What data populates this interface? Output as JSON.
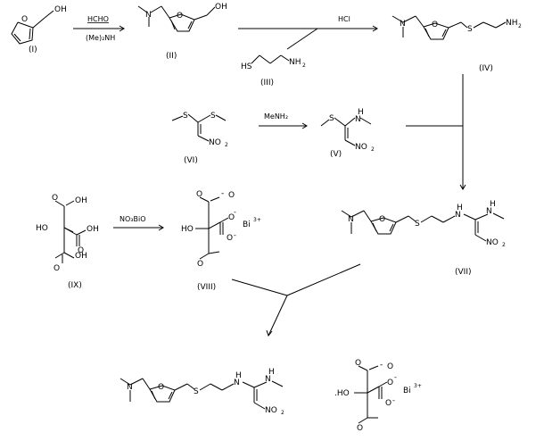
{
  "compounds": {
    "I": {
      "label": "(I)",
      "atoms": [
        "OH",
        "O"
      ]
    },
    "II": {
      "label": "(II)",
      "atoms": [
        "N",
        "O",
        "OH"
      ]
    },
    "III": {
      "label": "(III)",
      "atoms": [
        "HS",
        "NH",
        "2"
      ]
    },
    "IV": {
      "label": "(IV)",
      "atoms": [
        "N",
        "O",
        "S",
        "NH",
        "2"
      ]
    },
    "V": {
      "label": "(V)",
      "atoms": [
        "S",
        "H",
        "N",
        "NO",
        "2"
      ]
    },
    "VI": {
      "label": "(VI)",
      "atoms": [
        "S",
        "S",
        "NO",
        "2"
      ]
    },
    "VII": {
      "label": "(VII)",
      "atoms": [
        "N",
        "O",
        "S",
        "H",
        "N",
        "H",
        "N",
        "NO",
        "2"
      ]
    },
    "VIII": {
      "label": "(VIII)",
      "atoms": [
        "O",
        "-",
        "O",
        "O",
        "-",
        "HO",
        "O",
        "-",
        "O",
        "Bi",
        "3+"
      ]
    },
    "IX": {
      "label": "(IX)",
      "atoms": [
        "O",
        "OH",
        "HO",
        "O",
        "OH",
        "O",
        "OH"
      ]
    },
    "product": {
      "atoms": [
        "N",
        "O",
        "S",
        "H",
        "N",
        "H",
        "N",
        "NO",
        "2",
        "O",
        "-",
        "O",
        "O",
        "-",
        ".HO",
        "O",
        "-",
        "O",
        "Bi",
        "3+"
      ]
    }
  },
  "reagents": {
    "r1_top": "HCHO",
    "r1_bottom": "(Me)₂NH",
    "r2": "HCl",
    "r3": "MeNH₂",
    "r4": "NO₃BiO"
  }
}
